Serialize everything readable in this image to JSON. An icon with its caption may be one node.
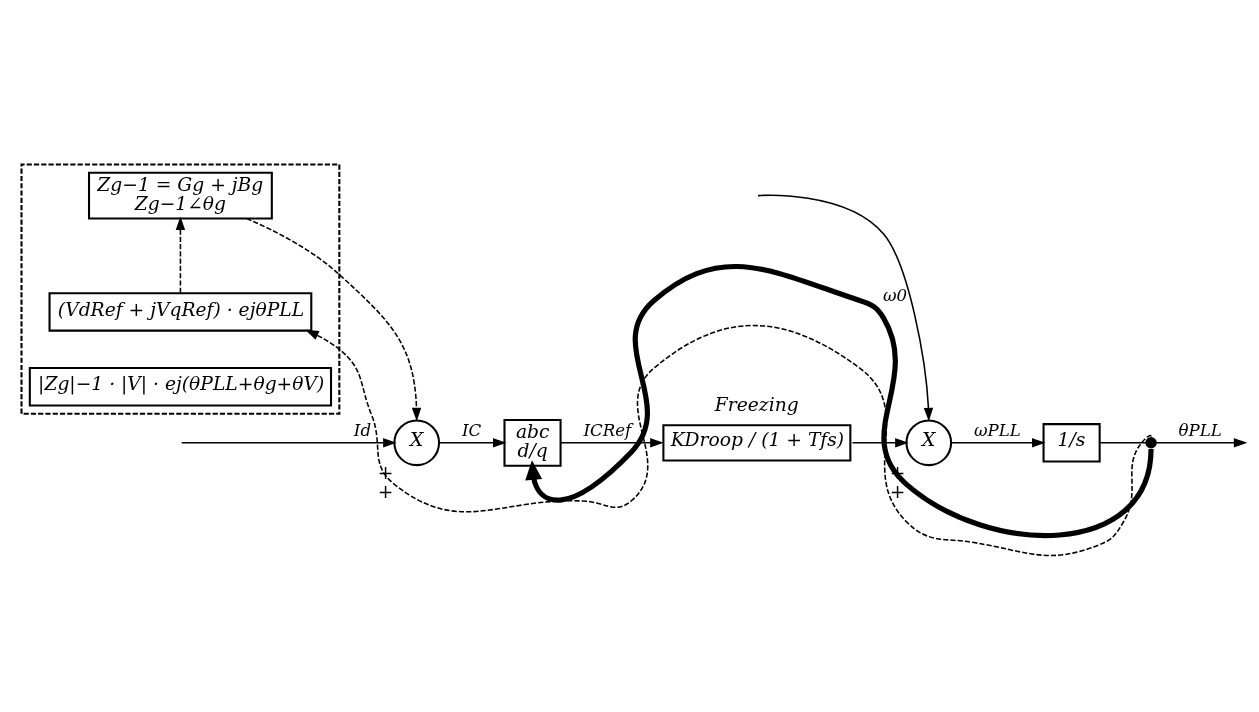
{
  "diagram": {
    "nodes": [
      {
        "text": [],
        "shape": "box"
      },
      {
        "text": [
          "Zg−1 = Gg + jBg",
          "Zg−1∠θg"
        ],
        "in": 0
      },
      {
        "text": [
          "(VdRef + jVqRef) · ejθPLL"
        ],
        "in": 0
      },
      {
        "text": [
          "|Zg|−1 · |V| · ej(θPLL+θg+θV)"
        ],
        "in": 0
      },
      {
        "text": [
          "X"
        ],
        "beside": [
          "+",
          "+"
        ]
      },
      {
        "text": [
          "abc",
          "d/q"
        ]
      },
      {
        "text": [
          "KDroop / (1 + Tfs)"
        ],
        "beside": [
          "Freezing"
        ]
      },
      {
        "text": [
          "X"
        ],
        "beside": [
          "+",
          "+"
        ]
      },
      {
        "text": [
          "1/s"
        ]
      },
      {
        "text": [],
        "shape": "circle"
      }
    ],
    "edges": [
      {
        "from": null,
        "to": 4,
        "arrow": "to",
        "label": "Id"
      },
      {
        "from": 4,
        "to": 5,
        "arrow": "to",
        "label": "IC"
      },
      {
        "from": 5,
        "to": 6,
        "arrow": "to",
        "label": "ICRef"
      },
      {
        "from": 6,
        "to": 7,
        "arrow": "to"
      },
      {
        "from": null,
        "to": 7,
        "arrow": "to",
        "label": "ω0"
      },
      {
        "from": 7,
        "to": 8,
        "arrow": "to",
        "label": "ωPLL"
      },
      {
        "from": 8,
        "to": 9,
        "arrow": "none"
      },
      {
        "from": 9,
        "to": null,
        "arrow": "to",
        "label": "θPLL"
      },
      {
        "from": 9,
        "to": 5,
        "arrow": "to",
        "style": "thick"
      },
      {
        "from": 9,
        "to": 2,
        "arrow": "to",
        "style": "dashed"
      },
      {
        "from": 2,
        "to": 1,
        "arrow": "to",
        "style": "dashed"
      },
      {
        "from": 1,
        "to": 4,
        "arrow": "to",
        "style": "dashed"
      }
    ]
  }
}
